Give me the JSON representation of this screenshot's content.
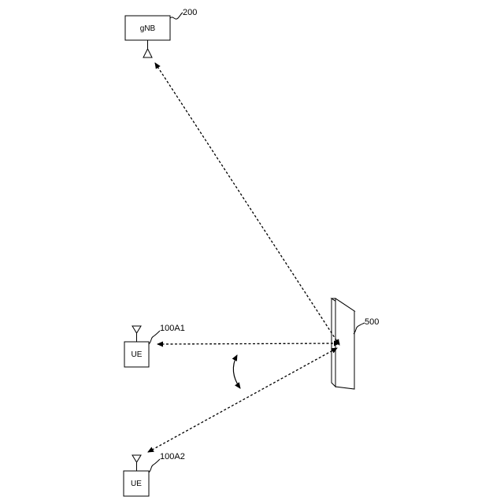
{
  "nodes": {
    "gnb": {
      "label": "gNB",
      "ref": "200"
    },
    "ue1": {
      "label": "UE",
      "ref": "100A1"
    },
    "ue2": {
      "label": "UE",
      "ref": "100A2"
    },
    "reflector": {
      "ref": "500"
    }
  }
}
